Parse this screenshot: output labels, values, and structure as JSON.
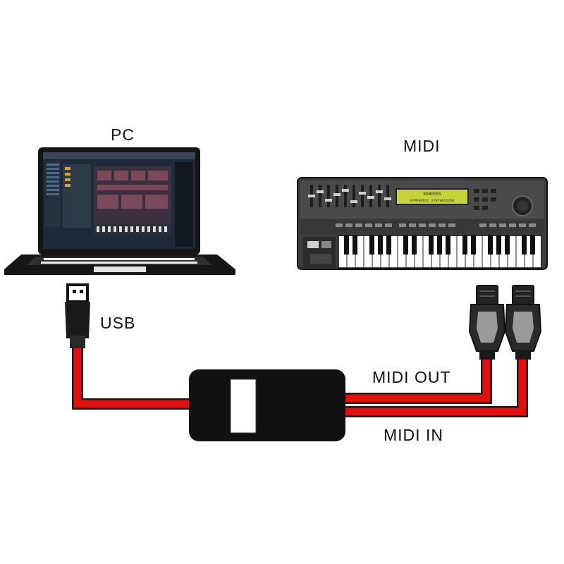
{
  "labels": {
    "pc": "PC",
    "midi": "MIDI",
    "usb": "USB",
    "midi_out": "MIDI OUT",
    "midi_in": "MIDI IN"
  },
  "keyboard_display": {
    "line1": "ROMPERS",
    "line2": "SYMPHONIC  SYNTHESIZER"
  },
  "colors": {
    "cable": "#e01010",
    "cable_outline": "#1a1a1a",
    "adapter": "#111111",
    "adapter_window": "#ffffff",
    "screen_bg": "#1e2a3a",
    "lcd": "#c8d23a"
  },
  "icons": [
    "laptop-icon",
    "midi-keyboard-icon",
    "usb-plug-icon",
    "midi-din-plug-icon",
    "adapter-box-icon"
  ]
}
